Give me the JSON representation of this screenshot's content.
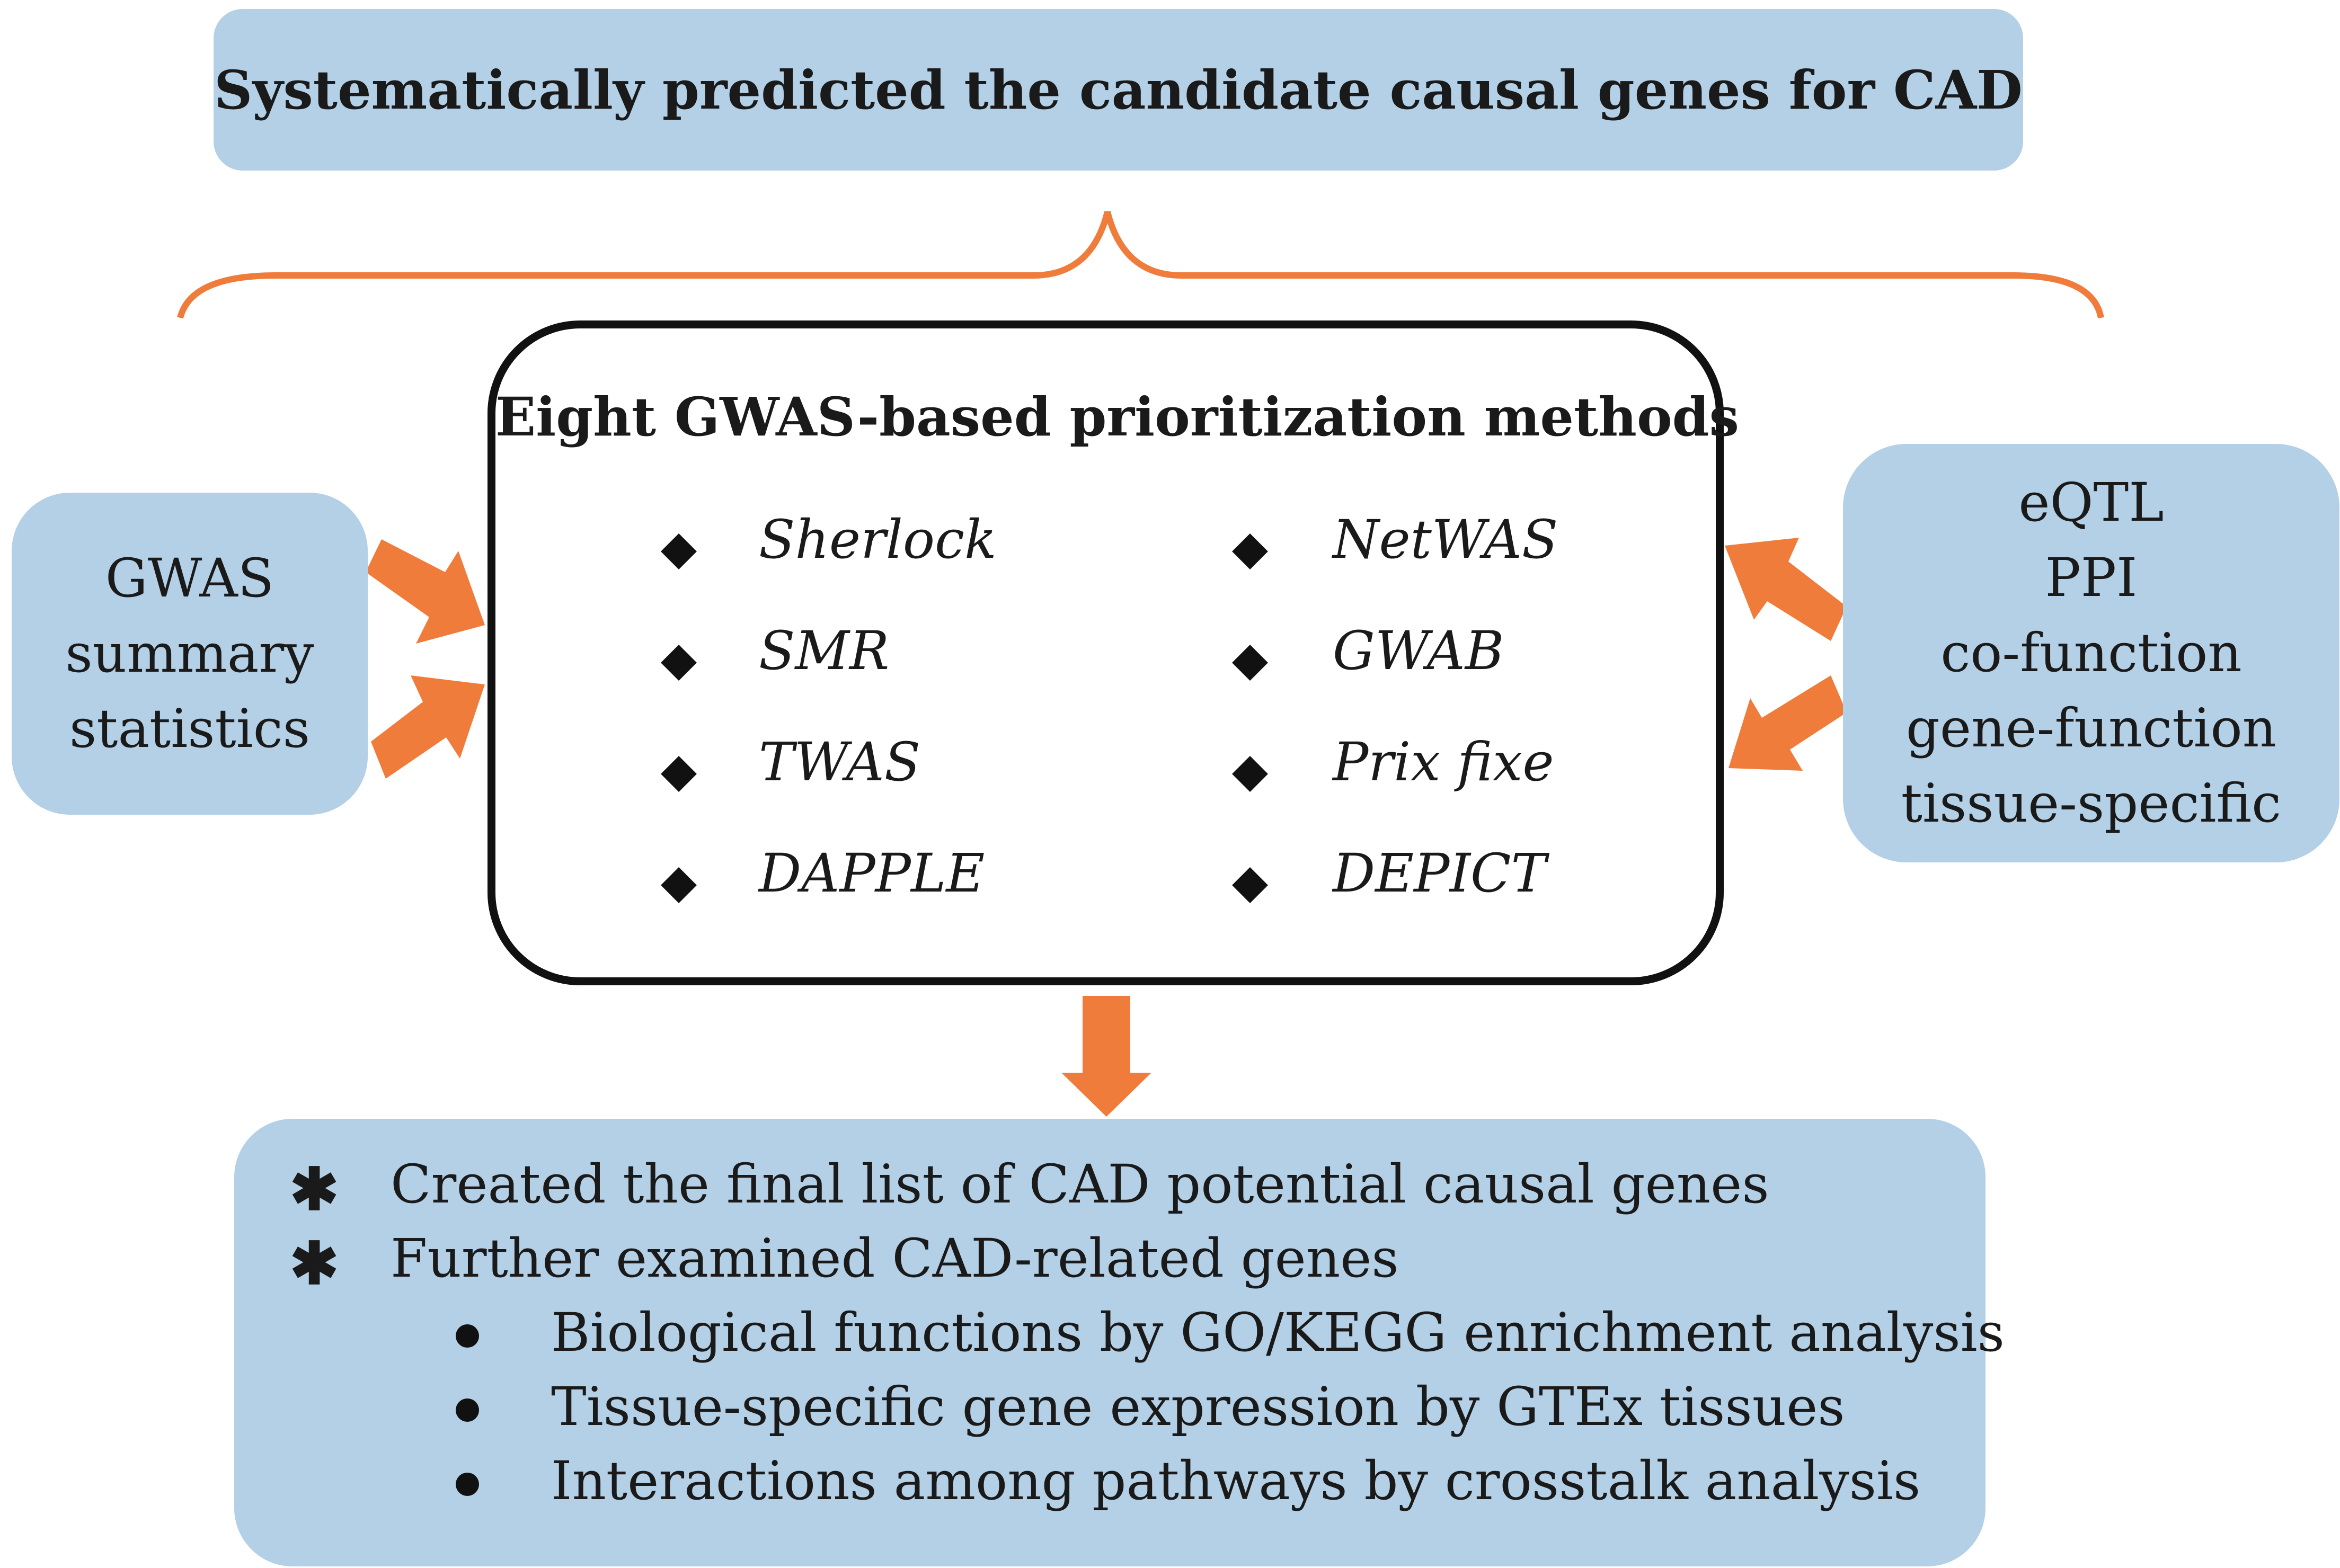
{
  "header": {
    "title": "Systematically predicted the candidate causal genes for CAD"
  },
  "left_panel": {
    "lines": [
      "GWAS",
      "summary",
      "statistics"
    ]
  },
  "right_panel": {
    "lines": [
      "eQTL",
      "PPI",
      "co-function",
      "gene-function",
      "tissue-specific"
    ]
  },
  "center_panel": {
    "title": "Eight GWAS-based prioritization methods",
    "methods_left": [
      "Sherlock",
      "SMR",
      "TWAS",
      "DAPPLE"
    ],
    "methods_right": [
      "NetWAS",
      "GWAB",
      "Prix fixe",
      "DEPICT"
    ]
  },
  "bottom_panel": {
    "items": [
      "Created the final list of CAD potential causal genes",
      "Further examined CAD-related genes"
    ],
    "subitems": [
      "Biological functions by GO/KEGG enrichment analysis",
      "Tissue-specific gene expression by GTEx tissues",
      "Interactions among pathways by crosstalk analysis"
    ]
  },
  "colors": {
    "box_fill": "#b4d0e6",
    "arrow": "#f07c3c",
    "outline": "#111111"
  },
  "icons": {
    "item_marker": "asterisk-icon",
    "subitem_marker": "bullet-dot-icon",
    "method_marker": "diamond-icon"
  }
}
